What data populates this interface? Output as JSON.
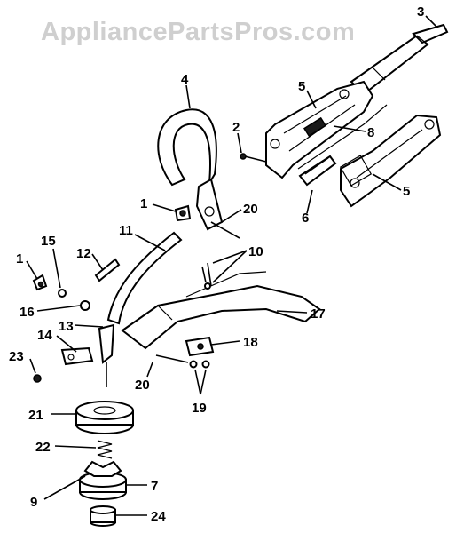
{
  "watermark": "AppliancePartsPros.com",
  "callouts": [
    "1",
    "1",
    "3",
    "4",
    "5",
    "5",
    "6",
    "2",
    "7",
    "8",
    "9",
    "10",
    "11",
    "12",
    "13",
    "14",
    "15",
    "16",
    "17",
    "18",
    "19",
    "20",
    "20",
    "21",
    "22",
    "23",
    "24"
  ],
  "colors": {
    "ink": "#000000",
    "paper": "#ffffff",
    "watermark": "#cfcfcf"
  }
}
